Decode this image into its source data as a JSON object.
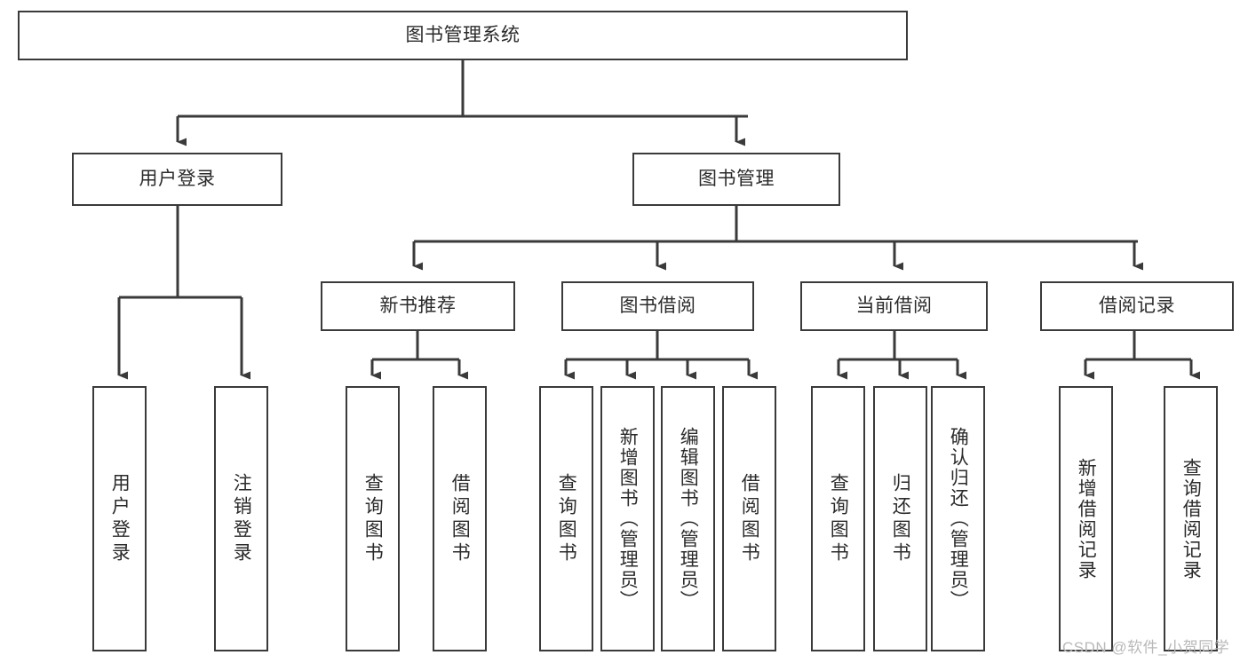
{
  "diagram": {
    "title": "图书管理系统",
    "type": "tree",
    "colors": {
      "box_border": "#3a3a3a",
      "box_fill": "#ffffff",
      "text": "#2b2b2b",
      "connector": "#3a3a3a",
      "background": "#ffffff",
      "watermark": "#b9b9b9"
    },
    "root": {
      "label": "图书管理系统"
    },
    "level1": [
      {
        "label": "用户登录"
      },
      {
        "label": "图书管理"
      }
    ],
    "level2": [
      {
        "label": "新书推荐",
        "parent": "图书管理"
      },
      {
        "label": "图书借阅",
        "parent": "图书管理"
      },
      {
        "label": "当前借阅",
        "parent": "图书管理"
      },
      {
        "label": "借阅记录",
        "parent": "图书管理"
      }
    ],
    "leaves": {
      "user_login": [
        {
          "label": "用户登录"
        },
        {
          "label": "注销登录"
        }
      ],
      "new_book_recommend": [
        {
          "label": "查询图书"
        },
        {
          "label": "借阅图书"
        }
      ],
      "book_borrow": [
        {
          "label": "查询图书"
        },
        {
          "label": "新增图书（管理员）"
        },
        {
          "label": "编辑图书（管理员）"
        },
        {
          "label": "借阅图书"
        }
      ],
      "current_borrow": [
        {
          "label": "查询图书"
        },
        {
          "label": "归还图书"
        },
        {
          "label": "确认归还（管理员）"
        }
      ],
      "borrow_record": [
        {
          "label": "新增借阅记录"
        },
        {
          "label": "查询借阅记录"
        }
      ]
    },
    "watermark": "CSDN @软件_小贺同学"
  }
}
